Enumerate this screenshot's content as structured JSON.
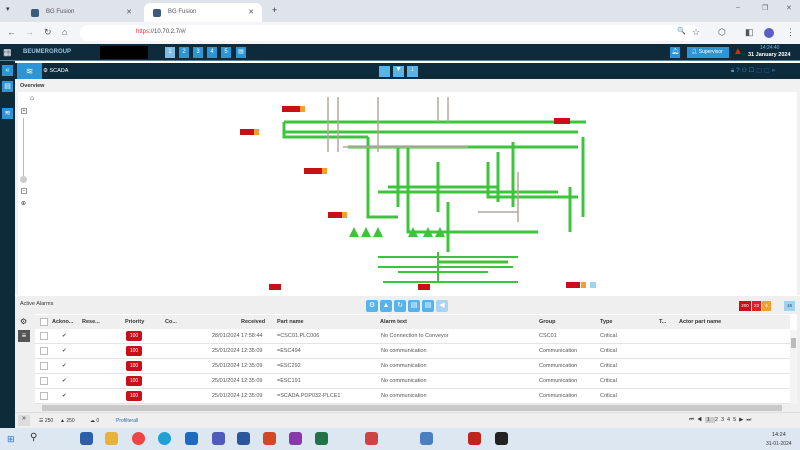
{
  "browser": {
    "tabs": [
      {
        "title": "BG Fusion"
      },
      {
        "title": "BG Fusion"
      }
    ],
    "url_scheme": "https",
    "url_rest": "://10.70.2.7/#/",
    "new_tab": "+"
  },
  "app": {
    "logo": "BEUMERGROUP",
    "pages": [
      "1",
      "2",
      "3",
      "4",
      "5"
    ],
    "user": "Supervisor",
    "time": "14:24:40",
    "date": "31 January 2024",
    "view_title": "SCADA",
    "overview_label": "Overview"
  },
  "alarms": {
    "title": "Active Alarms",
    "columns": [
      "Ackno...",
      "Rese...",
      "Priority",
      "Co...",
      "Received",
      "Part name",
      "Alarm text",
      "Group",
      "Type",
      "T...",
      "Actor part name"
    ],
    "rows": [
      {
        "ack": "✔",
        "priority": "100",
        "received": "28/01/2024 17:58:44",
        "part": "=CSC01.PLC006",
        "text": "No Connection to Conveyor",
        "group": "CSC01",
        "type": "Critical"
      },
      {
        "ack": "✔",
        "priority": "100",
        "received": "25/01/2024 12:35:09",
        "part": "=ESC494",
        "text": "No communication",
        "group": "Communication",
        "type": "Critical"
      },
      {
        "ack": "✔",
        "priority": "100",
        "received": "25/01/2024 12:35:09",
        "part": "=ESC292",
        "text": "No communication",
        "group": "Communication",
        "type": "Critical"
      },
      {
        "ack": "✔",
        "priority": "100",
        "received": "25/01/2024 12:35:09",
        "part": "=ESC191",
        "text": "No communication",
        "group": "Communication",
        "type": "Critical"
      },
      {
        "ack": "✔",
        "priority": "100",
        "received": "25/01/2024 12:35:09",
        "part": "=SCADA.PDP032-PLCE1",
        "text": "No communication",
        "group": "Communication",
        "type": "Critical"
      }
    ],
    "counters": {
      "critical": "200",
      "high": "23",
      "medium": "6",
      "info": "16"
    },
    "status": {
      "total": "250",
      "warnings": "250",
      "other": "0",
      "profile": "Profilterall"
    },
    "pagination": [
      "1",
      "2",
      "3",
      "4",
      "5"
    ],
    "current_page": "1"
  },
  "taskbar": {
    "time": "14:24",
    "date": "31-01-2024"
  },
  "colors": {
    "header": "#0e2b3b",
    "accent": "#2c95d6",
    "alarm_red": "#c8101a",
    "conveyor_green": "#3dc43d"
  }
}
